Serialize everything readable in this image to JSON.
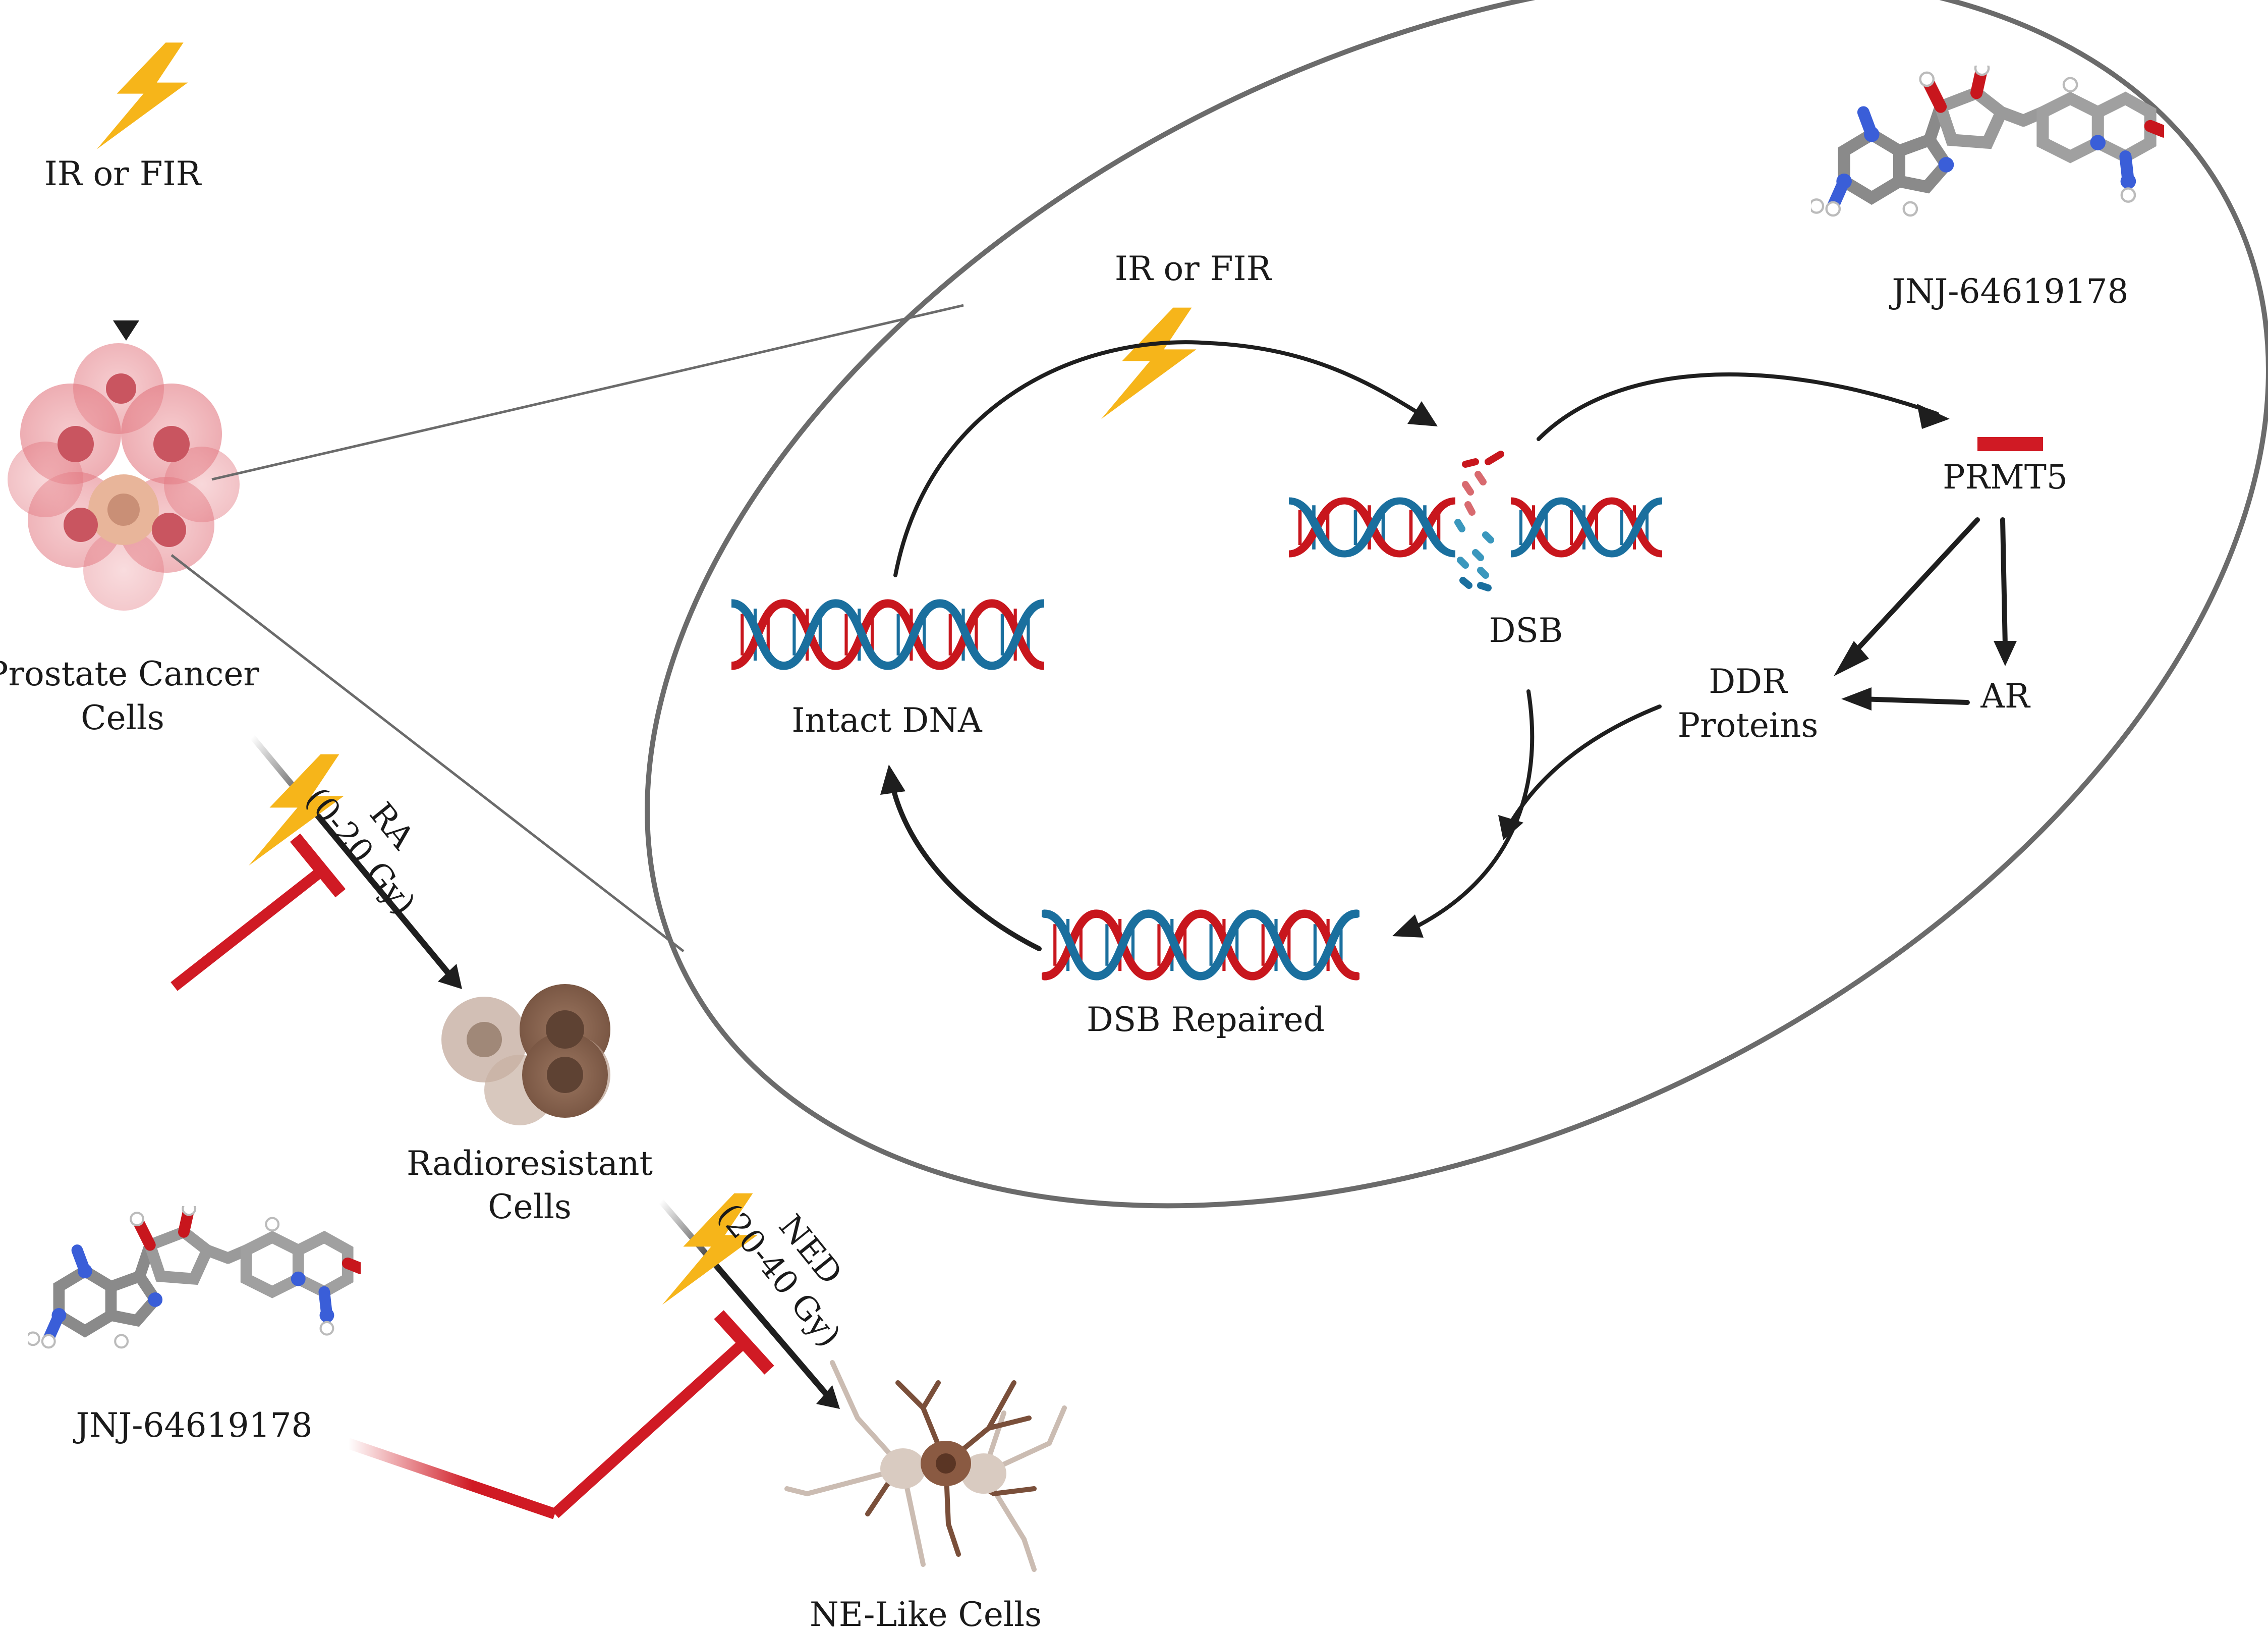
{
  "labels": {
    "ir_top": "IR or FIR",
    "prostate_line1": "Prostate Cancer",
    "prostate_line2": "Cells",
    "ra_line1": "RA",
    "ra_line2": "(0-20 Gy)",
    "radio_line1": "Radioresistant",
    "radio_line2": "Cells",
    "ned_line1": "NED",
    "ned_line2": "(20-40 Gy)",
    "ne_like": "NE-Like Cells",
    "jnj_bottom": "JNJ-64619178",
    "ir_inset": "IR or FIR",
    "jnj_inset": "JNJ-64619178",
    "prmt5": "PRMT5",
    "dsb": "DSB",
    "intact_dna": "Intact DNA",
    "ddr_line1": "DDR",
    "ddr_line2": "Proteins",
    "ar": "AR",
    "dsb_repaired": "DSB Repaired"
  },
  "icons": [
    "lightning-bolt",
    "prostate-cancer-cell-cluster",
    "radioresistant-cell-cluster",
    "neuron-like-cells",
    "jnj-64619178-molecule",
    "dna-double-helix",
    "broken-dna-double-helix"
  ],
  "colors": {
    "arrow": "#1e1e1e",
    "inhibit": "#d01a24",
    "bolt": "#f6b51a",
    "dna_blue": "#1a6f9e",
    "dna_red": "#c8161d",
    "ellipse": "#6b6b6b",
    "cancer_cell": "#e58a90",
    "radioresistant_cell": "#8e6a55",
    "neuron": "#7a4f3a"
  }
}
